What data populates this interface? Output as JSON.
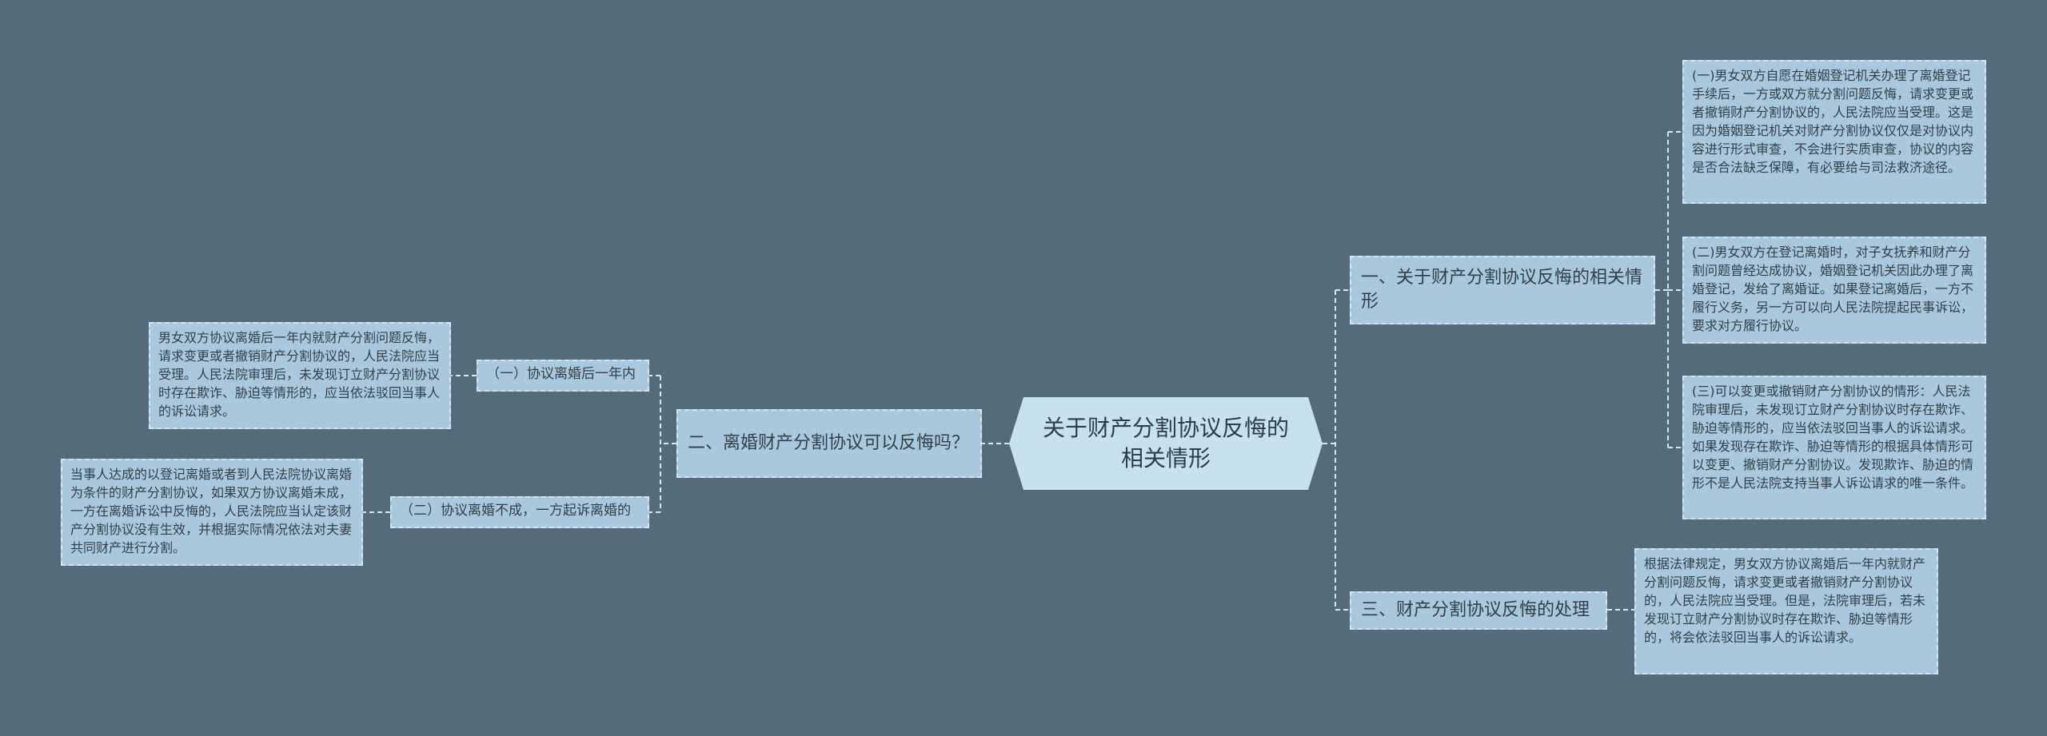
{
  "root": {
    "label": "关于财产分割协议反悔的相关情形"
  },
  "left_branch": {
    "label": "二、离婚财产分割协议可以反悔吗？",
    "children": [
      {
        "label": "（一）协议离婚后一年内",
        "detail": "男女双方协议离婚后一年内就财产分割问题反悔，请求变更或者撤销财产分割协议的，人民法院应当受理。人民法院审理后，未发现订立财产分割协议时存在欺诈、胁迫等情形的，应当依法驳回当事人的诉讼请求。"
      },
      {
        "label": "（二）协议离婚不成，一方起诉离婚的",
        "detail": "当事人达成的以登记离婚或者到人民法院协议离婚为条件的财产分割协议，如果双方协议离婚未成，一方在离婚诉讼中反悔的，人民法院应当认定该财产分割协议没有生效，并根据实际情况依法对夫妻共同财产进行分割。"
      }
    ]
  },
  "right_branches": [
    {
      "label": "一、关于财产分割协议反悔的相关情形",
      "children": [
        "(一)男女双方自愿在婚姻登记机关办理了离婚登记手续后，一方或双方就分割问题反悔，请求变更或者撤销财产分割协议的，人民法院应当受理。这是因为婚姻登记机关对财产分割协议仅仅是对协议内容进行形式审查，不会进行实质审查，协议的内容是否合法缺乏保障，有必要给与司法救济途径。",
        "(二)男女双方在登记离婚时，对子女抚养和财产分割问题曾经达成协议，婚姻登记机关因此办理了离婚登记，发给了离婚证。如果登记离婚后，一方不履行义务，另一方可以向人民法院提起民事诉讼，要求对方履行协议。",
        "(三)可以变更或撤销财产分割协议的情形：人民法院审理后，未发现订立财产分割协议时存在欺诈、胁迫等情形的，应当依法驳回当事人的诉讼请求。如果发现存在欺诈、胁迫等情形的根据具体情形可以变更、撤销财产分割协议。发现欺诈、胁迫的情形不是人民法院支持当事人诉讼请求的唯一条件。"
      ]
    },
    {
      "label": "三、财产分割协议反悔的处理",
      "children": [
        "根据法律规定，男女双方协议离婚后一年内就财产分割问题反悔，请求变更或者撤销财产分割协议的，人民法院应当受理。但是，法院审理后，若未发现订立财产分割协议时存在欺诈、胁迫等情形的，将会依法驳回当事人的诉讼请求。"
      ]
    }
  ],
  "colors": {
    "background": "#566b79",
    "root_fill": "#c8e1ef",
    "node_fill": "#a9c8dd",
    "connector": "#d6e6f0"
  }
}
